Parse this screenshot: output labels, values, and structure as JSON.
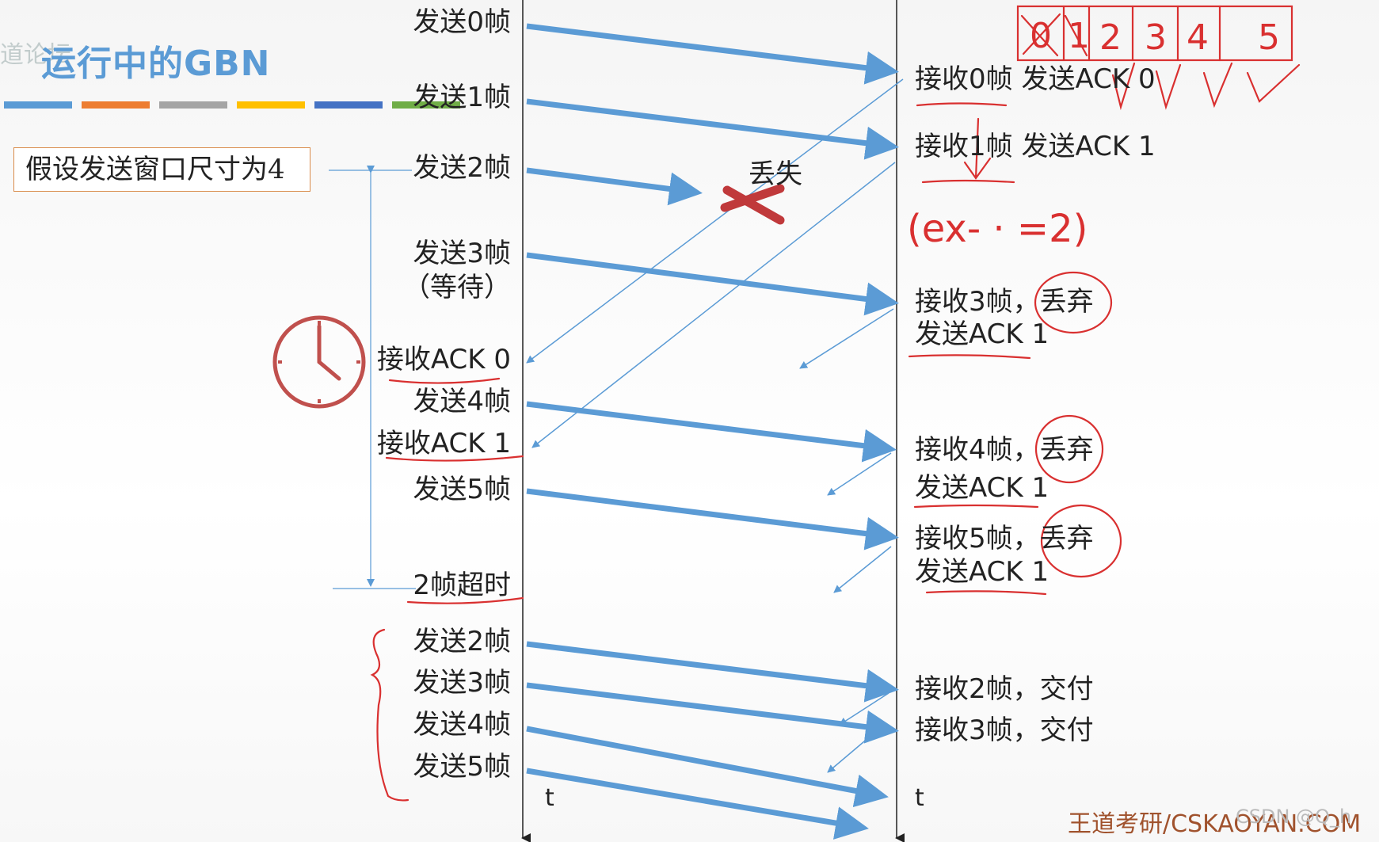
{
  "title": "运行中的GBN",
  "watermark": "道论坛",
  "assumption": "假设发送窗口尺寸为4",
  "sender": {
    "send0": "发送0帧",
    "send1": "发送1帧",
    "send2": "发送2帧",
    "send3": "发送3帧",
    "wait": "（等待）",
    "recv_ack0": "接收ACK 0",
    "send4": "发送4帧",
    "recv_ack1": "接收ACK 1",
    "send5": "发送5帧",
    "timeout": "2帧超时",
    "resend2": "发送2帧",
    "resend3": "发送3帧",
    "resend4": "发送4帧",
    "resend5": "发送5帧"
  },
  "lost_label": "丢失",
  "receiver": {
    "r0": "接收0帧 发送ACK 0",
    "r1": "接收1帧 发送ACK 1",
    "r3a": "接收3帧，丢弃",
    "r3b": "发送ACK 1",
    "r4a": "接收4帧，丢弃",
    "r4b": "发送ACK 1",
    "r5a": "接收5帧，丢弃",
    "r5b": "发送ACK 1",
    "r2": "接收2帧，交付",
    "r3": "接收3帧，交付"
  },
  "handwriting": {
    "window_cells": [
      "0",
      "1",
      "2",
      "3",
      "4",
      "5"
    ],
    "note": "(ex- · =2)"
  },
  "axis": {
    "t_left": "t",
    "t_right": "t"
  },
  "brand": "王道考研/CSKAOYAN.COM",
  "brand_watermark": "CSDN @Q_h",
  "colors": {
    "title": "#5b9bd5",
    "frame_arrow": "#5b9bd5",
    "lost_cross": "#c0393b",
    "annotation": "#d93030",
    "clock": "#c0504d",
    "stripes": [
      "#5b9bd5",
      "#ed7d31",
      "#a5a5a5",
      "#ffc000",
      "#4472c4",
      "#70ad47"
    ]
  }
}
